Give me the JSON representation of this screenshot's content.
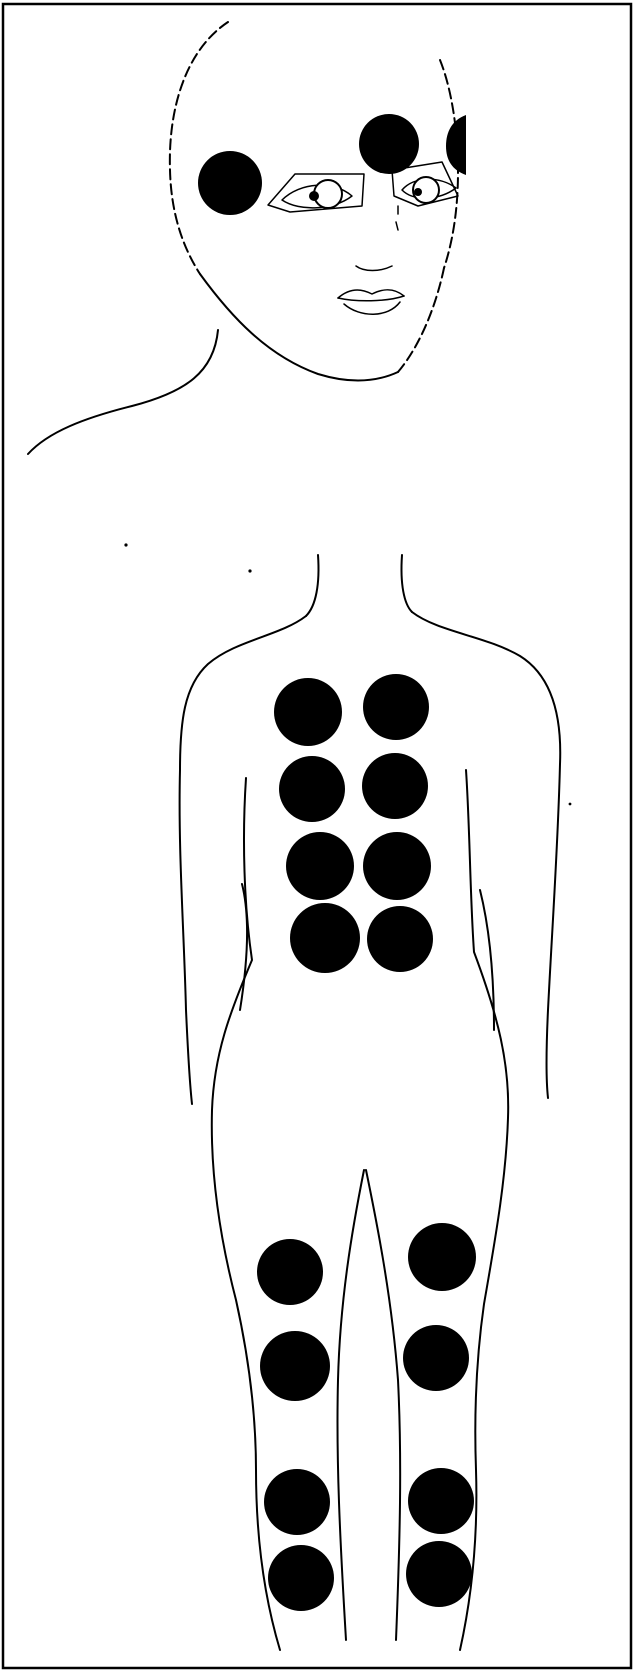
{
  "figure": {
    "background_color": "#ffffff",
    "line_color": "#000000",
    "dot_color": "#000000",
    "panels": [
      {
        "name": "face",
        "marked_points": 3
      },
      {
        "name": "torso",
        "marked_points": 8
      },
      {
        "name": "legs",
        "marked_points": 8
      }
    ]
  }
}
